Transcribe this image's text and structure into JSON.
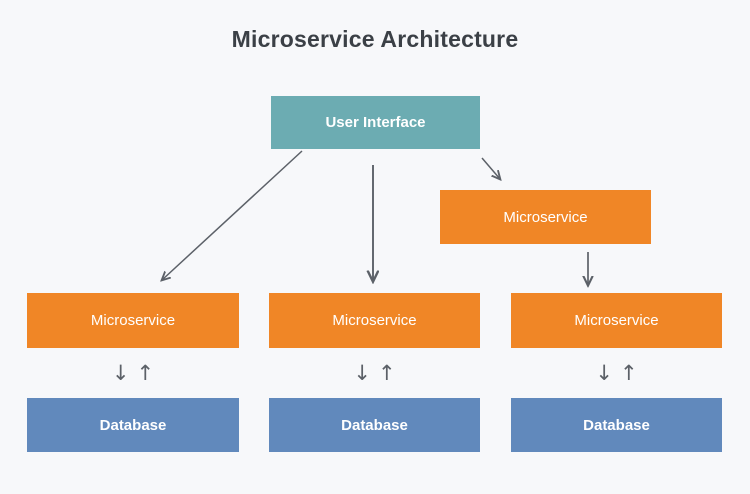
{
  "page": {
    "title": "Microservice Architecture",
    "background_color": "#f7f8fa"
  },
  "colors": {
    "title_text": "#3b4046",
    "ui_box": "#6cacb2",
    "service_box": "#f08626",
    "database_box": "#6189bc",
    "arrow": "#5c6168",
    "node_text": "#ffffff"
  },
  "nodes": {
    "user_interface": {
      "label": "User Interface",
      "type": "ui"
    },
    "service_top": {
      "label": "Microservice",
      "type": "service"
    },
    "service_1": {
      "label": "Microservice",
      "type": "service"
    },
    "service_2": {
      "label": "Microservice",
      "type": "service"
    },
    "service_3": {
      "label": "Microservice",
      "type": "service"
    },
    "database_1": {
      "label": "Database",
      "type": "database"
    },
    "database_2": {
      "label": "Database",
      "type": "database"
    },
    "database_3": {
      "label": "Database",
      "type": "database"
    }
  },
  "connectors": {
    "ui_to_service_1": {
      "kind": "arrow",
      "direction": "diagonal-down-left",
      "from": "user_interface",
      "to": "service_1"
    },
    "ui_to_service_2": {
      "kind": "arrow",
      "direction": "down",
      "from": "user_interface",
      "to": "service_2"
    },
    "ui_to_service_top": {
      "kind": "arrow",
      "direction": "diagonal-down-right",
      "from": "user_interface",
      "to": "service_top"
    },
    "service_top_to_service_3": {
      "kind": "arrow",
      "direction": "down",
      "from": "service_top",
      "to": "service_3"
    },
    "service_1_database_1": {
      "kind": "bidirectional",
      "down_glyph": "↓",
      "up_glyph": "↑"
    },
    "service_2_database_2": {
      "kind": "bidirectional",
      "down_glyph": "↓",
      "up_glyph": "↑"
    },
    "service_3_database_3": {
      "kind": "bidirectional",
      "down_glyph": "↓",
      "up_glyph": "↑"
    }
  }
}
